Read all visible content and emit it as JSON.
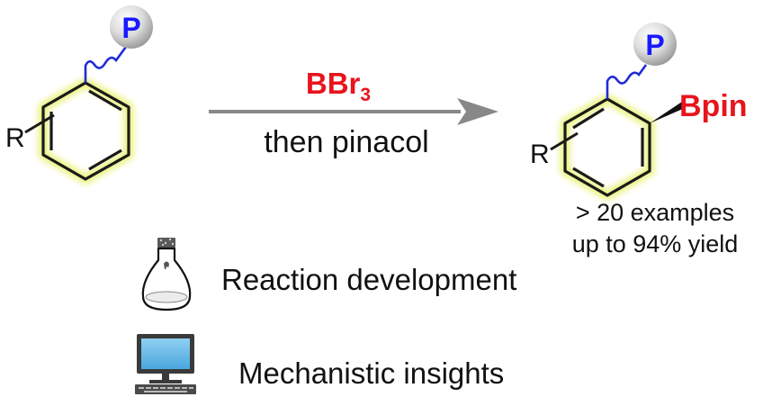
{
  "reactant": {
    "label_r": "R",
    "label_p": "P"
  },
  "reaction": {
    "reagent_main": "BBr",
    "reagent_sub": "3",
    "reagent_then": "then pinacol"
  },
  "product": {
    "label_r": "R",
    "label_p": "P",
    "label_bpin": "Bpin",
    "examples": "> 20 examples",
    "yield": "up to 94% yield"
  },
  "features": [
    {
      "icon": "flask-icon",
      "label": "Reaction development"
    },
    {
      "icon": "computer-icon",
      "label": "Mechanistic insights"
    }
  ],
  "colors": {
    "reagent_red": "#e8141c",
    "bpin_red": "#e8141c",
    "p_blue": "#1a1aff",
    "tether_blue": "#1f2bd6",
    "ring_glow": "#e9f27a",
    "arrow_gray": "#888888"
  }
}
